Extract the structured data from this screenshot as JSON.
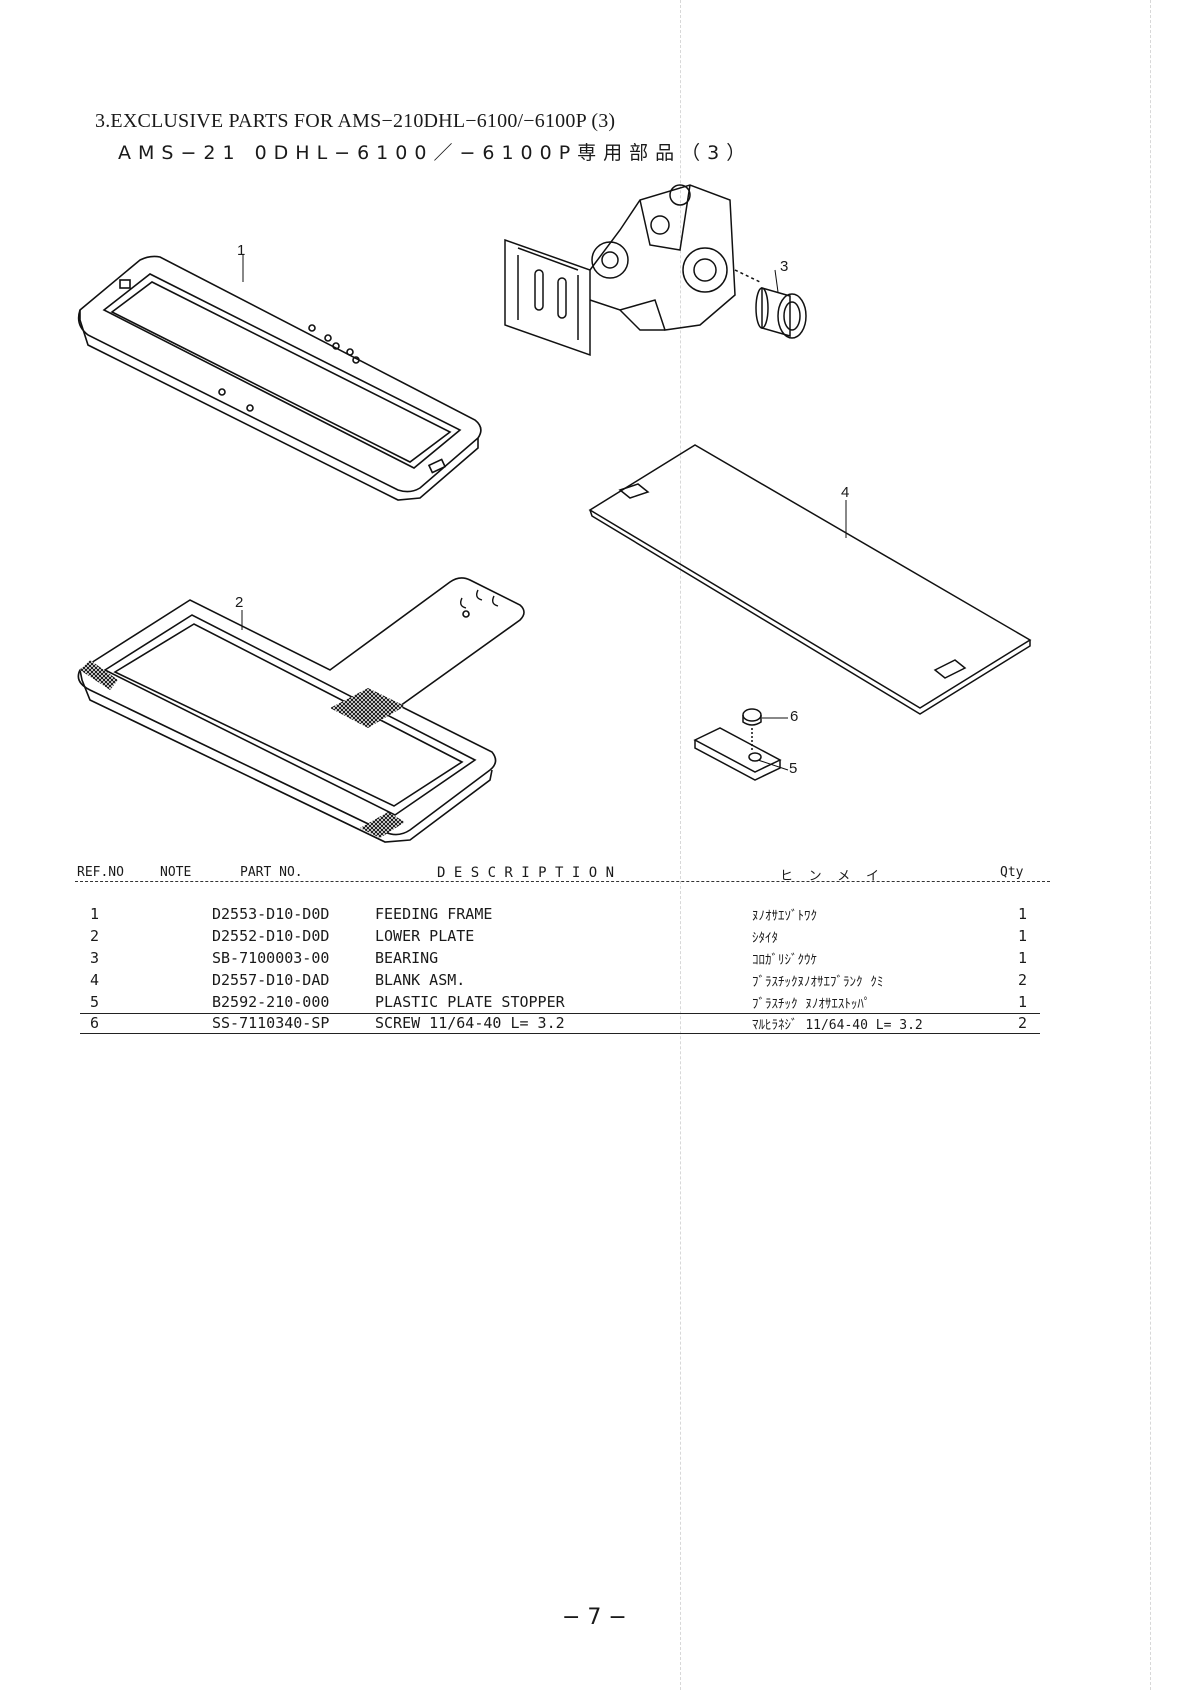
{
  "document": {
    "title_en": "3.EXCLUSIVE PARTS FOR AMS−210DHL−6100/−6100P (3)",
    "title_jp": "AMS−21 0DHL−6100／−6100P専用部品（3）",
    "page_number": "− 7 −"
  },
  "callouts": [
    "1",
    "2",
    "3",
    "4",
    "5",
    "6"
  ],
  "table": {
    "headers": {
      "ref_no": "REF.NO",
      "note": "NOTE",
      "part_no": "PART NO.",
      "description": "D E S C R I P T I O N",
      "kana": "ヒ  ン  メ  イ",
      "qty": "Qty"
    },
    "rows": [
      {
        "ref": "1",
        "part": "D2553-D10-D0D",
        "description": "FEEDING FRAME",
        "kana": "ﾇﾉｵｻｴｿﾞﾄﾜｸ",
        "qty": "1"
      },
      {
        "ref": "2",
        "part": "D2552-D10-D0D",
        "description": "LOWER PLATE",
        "kana": "ｼﾀｲﾀ",
        "qty": "1"
      },
      {
        "ref": "3",
        "part": "SB-7100003-00",
        "description": "BEARING",
        "kana": "ｺﾛｶﾞﾘｼﾞｸｳｹ",
        "qty": "1"
      },
      {
        "ref": "4",
        "part": "D2557-D10-DAD",
        "description": "BLANK ASM.",
        "kana": "ﾌﾞﾗｽﾁｯｸﾇﾉｵｻｴﾌﾞﾗﾝｸ ｸﾐ",
        "qty": "2"
      },
      {
        "ref": "5",
        "part": "B2592-210-000",
        "description": "PLASTIC PLATE STOPPER",
        "kana": "ﾌﾞﾗｽﾁｯｸ ﾇﾉｵｻｴｽﾄｯﾊﾟ",
        "qty": "1"
      },
      {
        "ref": "6",
        "part": "SS-7110340-SP",
        "description": "SCREW 11/64-40 L= 3.2",
        "kana": "ﾏﾙﾋﾗﾈｼﾞ  11/64-40 L= 3.2",
        "qty": "2"
      }
    ]
  }
}
